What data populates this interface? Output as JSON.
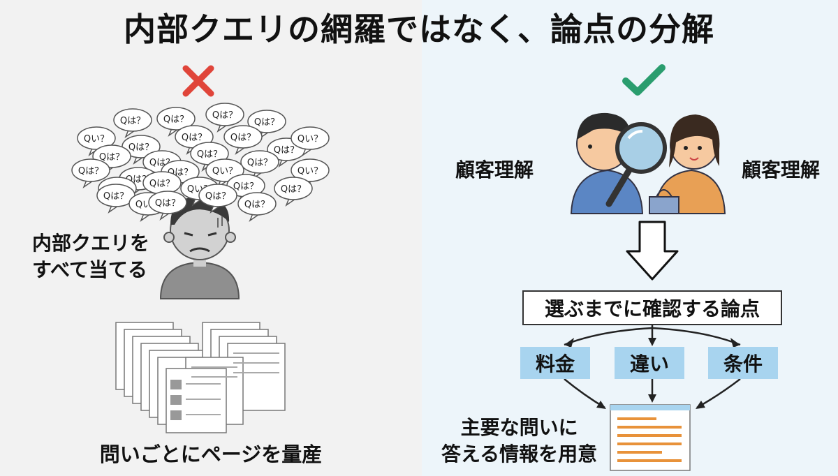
{
  "title": "内部クエリの網羅ではなく、論点の分解",
  "left": {
    "mark": "cross",
    "bubbles": [
      "Qは？",
      "Qは？",
      "Qは？",
      "Qは？",
      "Qい？",
      "Qは？",
      "Qは？",
      "Qは？",
      "Qは？",
      "Qは？",
      "Qは？",
      "Qは？",
      "Qは？",
      "Qい？",
      "Qは？",
      "Qは？",
      "Qは？",
      "Qい？",
      "Qい？",
      "Qは？",
      "Qは？",
      "Qい？",
      "Qは？",
      "Qは？",
      "Qは？",
      "Qい？",
      "Qは？",
      "Qは？",
      "Qは？"
    ],
    "caption_line1": "内部クエリを",
    "caption_line2": "すべて当てる",
    "bottom_caption": "問いごとにページを量産"
  },
  "right": {
    "mark": "check",
    "label_left": "顧客理解",
    "label_right": "顧客理解",
    "topic_box": "選ぶまでに確認する論点",
    "chips": [
      "料金",
      "違い",
      "条件"
    ],
    "answer_line1": "主要な問いに",
    "answer_line2": "答える情報を用意"
  },
  "colors": {
    "left_bg": "#f2f2f2",
    "right_bg": "#edf5fa",
    "cross": "#e0453a",
    "check": "#2a9d6e",
    "chip": "#a8d4ef",
    "doc_bar": "#e8923a"
  }
}
